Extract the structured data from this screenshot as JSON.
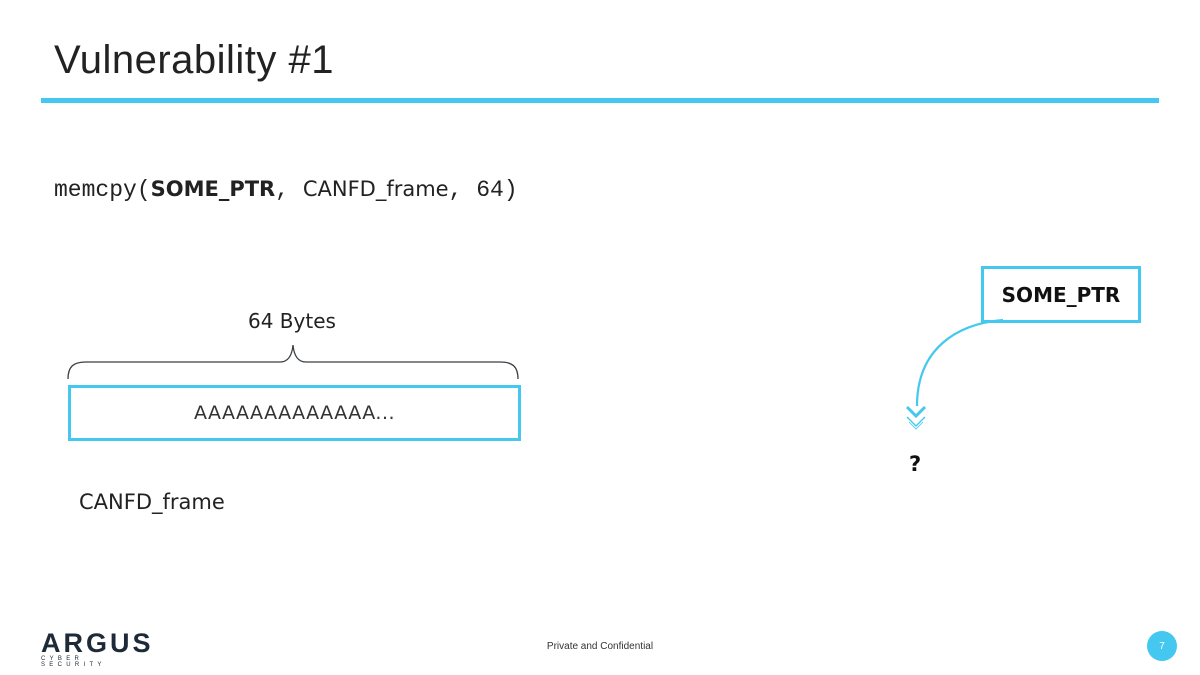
{
  "slide": {
    "title": "Vulnerability #1",
    "page_number": "7"
  },
  "code": {
    "func": "memcpy(",
    "arg1": "SOME_PTR",
    "sep1": ", ",
    "arg2": "CANFD_frame",
    "sep2": ", ",
    "arg3": "64",
    "close": ")"
  },
  "diagram": {
    "size_label": "64 Bytes",
    "buffer_content": "AAAAAAAAAAAAA...",
    "buffer_name": "CANFD_frame",
    "pointer_label": "SOME_PTR",
    "unknown_destination": "?"
  },
  "footer": {
    "confidential": "Private and Confidential",
    "logo_name": "ARGUS",
    "logo_tagline": "CYBER SECURITY"
  },
  "colors": {
    "accent": "#45c8ef"
  },
  "icons": {
    "arrow": "curved-arrow-down-icon",
    "chevron": "double-chevron-down-icon",
    "brace": "curly-brace-icon"
  }
}
